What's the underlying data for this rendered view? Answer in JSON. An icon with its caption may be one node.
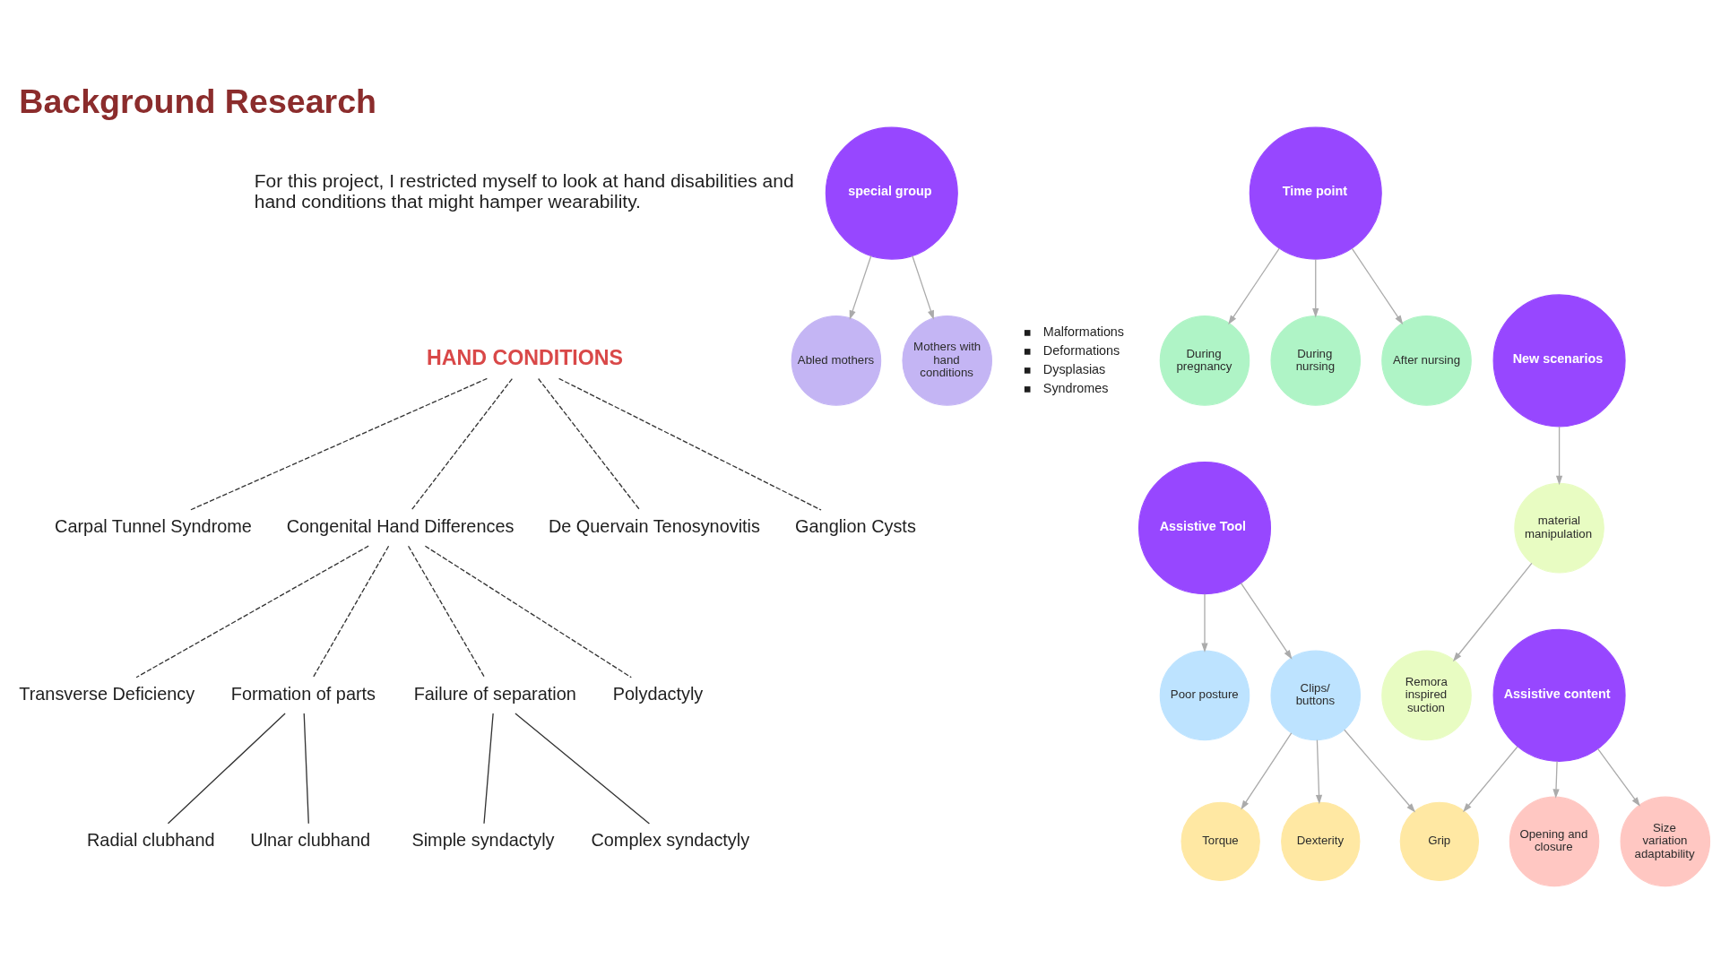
{
  "diagram": {
    "title": "Background Research",
    "nodes": [
      {
        "text": [
          "HAND CONDITIONS"
        ]
      },
      {
        "text": [
          "Carpal Tunnel Syndrome"
        ]
      },
      {
        "text": [
          "Congenital Hand Differences"
        ]
      },
      {
        "text": [
          "De Quervain Tenosynovitis"
        ]
      },
      {
        "text": [
          "Ganglion Cysts"
        ]
      },
      {
        "text": [
          "Transverse Deficiency"
        ]
      },
      {
        "text": [
          "Formation of parts"
        ]
      },
      {
        "text": [
          "Failure of separation"
        ]
      },
      {
        "text": [
          "Polydactyly"
        ]
      },
      {
        "text": [
          "Radial clubhand"
        ]
      },
      {
        "text": [
          "Ulnar clubhand"
        ]
      },
      {
        "text": [
          "Simple syndactyly"
        ]
      },
      {
        "text": [
          "Complex syndactyly"
        ]
      },
      {
        "text": [
          "Abled mothers"
        ]
      },
      {
        "text": [
          "special group"
        ]
      },
      {
        "text": [
          "Mothers with hand conditions"
        ],
        "beside": [
          "Malformations",
          "Deformations",
          "Dysplasias",
          "Syndromes"
        ]
      },
      {
        "text": [
          "material manipulation"
        ]
      },
      {
        "text": [
          "Remora inspired suction"
        ]
      },
      {
        "text": [
          "New scenarios"
        ]
      },
      {
        "text": [
          "Assistive Tool"
        ]
      },
      {
        "text": [
          "Poor posture"
        ]
      },
      {
        "text": [
          "During pregnancy"
        ]
      },
      {
        "text": [
          "Opening and closure"
        ]
      },
      {
        "text": [
          "During nursing"
        ]
      },
      {
        "text": [
          "Size variation adaptability"
        ]
      },
      {
        "text": [
          "Assistive content"
        ]
      },
      {
        "text": [
          "Time point"
        ]
      },
      {
        "text": [
          "Clips/ buttons"
        ]
      },
      {
        "text": [
          "Torque"
        ]
      },
      {
        "text": [
          "After nursing"
        ]
      },
      {
        "text": [
          "Grip"
        ]
      },
      {
        "text": [
          "Dexterity"
        ]
      }
    ],
    "edges": [
      {
        "from": 0,
        "to": 1,
        "arrow": "none",
        "style": "dashed",
        "color": "#333333"
      },
      {
        "from": 0,
        "to": 2,
        "arrow": "none",
        "style": "dashed",
        "color": "#333333"
      },
      {
        "from": 0,
        "to": 3,
        "arrow": "none",
        "style": "dashed",
        "color": "#333333"
      },
      {
        "from": 0,
        "to": 4,
        "arrow": "none",
        "style": "dashed",
        "color": "#333333"
      },
      {
        "from": 2,
        "to": 5,
        "arrow": "none",
        "style": "dashed",
        "color": "#333333"
      },
      {
        "from": 2,
        "to": 6,
        "arrow": "none",
        "style": "dashed",
        "color": "#333333"
      },
      {
        "from": 2,
        "to": 7,
        "arrow": "none",
        "style": "dashed",
        "color": "#333333"
      },
      {
        "from": 2,
        "to": 8,
        "arrow": "none",
        "style": "dashed",
        "color": "#333333"
      },
      {
        "from": 6,
        "to": 9,
        "arrow": "none",
        "color": "#333333"
      },
      {
        "from": 6,
        "to": 10,
        "arrow": "none",
        "color": "#333333"
      },
      {
        "from": 7,
        "to": 11,
        "arrow": "none",
        "color": "#333333"
      },
      {
        "from": 7,
        "to": 12,
        "arrow": "none",
        "color": "#333333"
      },
      {
        "from": 14,
        "to": 13,
        "arrow": "to"
      },
      {
        "from": 14,
        "to": 15,
        "arrow": "to"
      },
      {
        "from": 18,
        "to": 16,
        "arrow": "to"
      },
      {
        "from": 16,
        "to": 17,
        "arrow": "to"
      },
      {
        "from": 19,
        "to": 20,
        "arrow": "to"
      },
      {
        "from": 19,
        "to": 27,
        "arrow": "to"
      },
      {
        "from": 27,
        "to": 30,
        "arrow": "to"
      },
      {
        "from": 27,
        "to": 31,
        "arrow": "to"
      },
      {
        "from": 27,
        "to": 28,
        "arrow": "to"
      },
      {
        "from": 25,
        "to": 22,
        "arrow": "to"
      },
      {
        "from": 25,
        "to": 24,
        "arrow": "to"
      },
      {
        "from": 25,
        "to": 30,
        "arrow": "to"
      },
      {
        "from": 26,
        "to": 21,
        "arrow": "to"
      },
      {
        "from": 26,
        "to": 23,
        "arrow": "to"
      },
      {
        "from": 26,
        "to": 29,
        "arrow": "to"
      }
    ],
    "labels": [
      "For this project, I restricted myself to look at hand disabilities and hand conditions that might hamper wearability."
    ]
  }
}
